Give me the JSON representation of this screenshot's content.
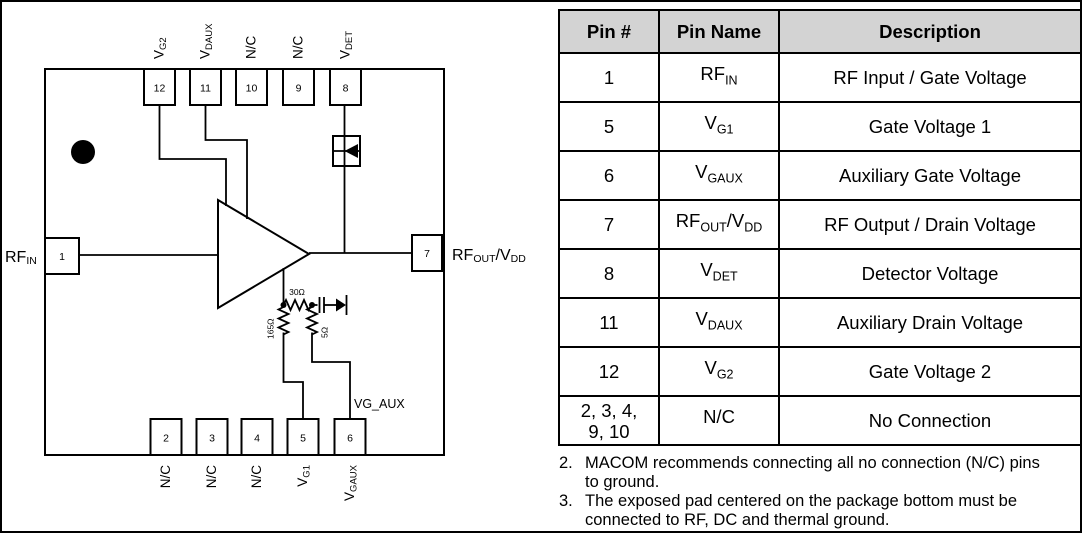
{
  "diagram": {
    "top_pins": [
      {
        "number": "12",
        "label_main": "V",
        "label_sub": "G2"
      },
      {
        "number": "11",
        "label_main": "V",
        "label_sub": "DAUX"
      },
      {
        "number": "10",
        "label_main": "N/C",
        "label_sub": ""
      },
      {
        "number": "9",
        "label_main": "N/C",
        "label_sub": ""
      },
      {
        "number": "8",
        "label_main": "V",
        "label_sub": "DET"
      }
    ],
    "bottom_pins": [
      {
        "number": "2",
        "label_main": "N/C",
        "label_sub": ""
      },
      {
        "number": "3",
        "label_main": "N/C",
        "label_sub": ""
      },
      {
        "number": "4",
        "label_main": "N/C",
        "label_sub": ""
      },
      {
        "number": "5",
        "label_main": "V",
        "label_sub": "G1"
      },
      {
        "number": "6",
        "label_main": "V",
        "label_sub": "GAUX"
      }
    ],
    "left_pin": {
      "number": "1",
      "label_main": "RF",
      "label_sub": "IN"
    },
    "right_pin": {
      "number": "7",
      "label_main": "RF",
      "label_sub": "OUT",
      "label_main2": "/V",
      "label_sub2": "DD"
    },
    "resistors": {
      "r165": "165Ω",
      "r30": "30Ω",
      "r5": "5Ω"
    },
    "net_label": "VG_AUX"
  },
  "table": {
    "headers": [
      "Pin #",
      "Pin Name",
      "Description"
    ],
    "rows": [
      {
        "pin": "1",
        "name_main": "RF",
        "name_sub": "IN",
        "name_main2": "",
        "name_sub2": "",
        "desc": "RF Input / Gate Voltage"
      },
      {
        "pin": "5",
        "name_main": "V",
        "name_sub": "G1",
        "name_main2": "",
        "name_sub2": "",
        "desc": "Gate Voltage 1"
      },
      {
        "pin": "6",
        "name_main": "V",
        "name_sub": "GAUX",
        "name_main2": "",
        "name_sub2": "",
        "desc": "Auxiliary Gate Voltage"
      },
      {
        "pin": "7",
        "name_main": "RF",
        "name_sub": "OUT",
        "name_main2": "/V",
        "name_sub2": "DD",
        "desc": "RF Output / Drain Voltage"
      },
      {
        "pin": "8",
        "name_main": "V",
        "name_sub": "DET",
        "name_main2": "",
        "name_sub2": "",
        "desc": "Detector Voltage"
      },
      {
        "pin": "11",
        "name_main": "V",
        "name_sub": "DAUX",
        "name_main2": "",
        "name_sub2": "",
        "desc": "Auxiliary Drain Voltage"
      },
      {
        "pin": "12",
        "name_main": "V",
        "name_sub": "G2",
        "name_main2": "",
        "name_sub2": "",
        "desc": "Gate Voltage 2"
      },
      {
        "pin": "2, 3, 4,\n9, 10",
        "name_main": "N/C",
        "name_sub": "",
        "name_main2": "",
        "name_sub2": "",
        "desc": "No Connection"
      }
    ]
  },
  "notes": [
    {
      "num": "2.",
      "text": "MACOM recommends connecting all no connection (N/C) pins\nto ground."
    },
    {
      "num": "3.",
      "text": "The exposed pad centered on the package bottom must be\nconnected to RF, DC and thermal ground."
    }
  ],
  "colors": {
    "header_bg": "#d3d3d3",
    "line": "#000000",
    "background": "#ffffff"
  }
}
